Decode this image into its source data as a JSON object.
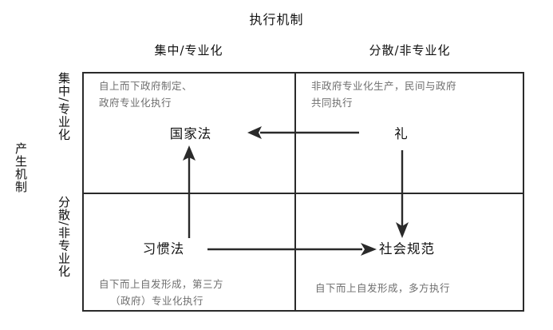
{
  "diagram": {
    "title": "执行机制",
    "y_axis_label": "产生机制",
    "columns": [
      {
        "id": "centralized",
        "label": "集中/专业化"
      },
      {
        "id": "decentralized",
        "label": "分散/非专业化"
      }
    ],
    "rows": [
      {
        "id": "centralized",
        "label": "集中/专业化"
      },
      {
        "id": "decentralized",
        "label": "分散/非专业化"
      }
    ],
    "cells": [
      {
        "id": "top-left",
        "name": "国家法",
        "description_line1": "自上而下政府制定、",
        "description_line2": "政府专业化执行"
      },
      {
        "id": "top-right",
        "name": "礼",
        "description_line1": "非政府专业化生产，民间与政府",
        "description_line2": "共同执行"
      },
      {
        "id": "bottom-left",
        "name": "习惯法",
        "description_line1": "自下而上自发形成，第三方",
        "description_line2": "（政府）专业化执行"
      },
      {
        "id": "bottom-right",
        "name": "社会规范",
        "description_line1": "自下而上自发形成，多方执行",
        "description_line2": ""
      }
    ],
    "arrows": [
      {
        "id": "li-to-guojiafa",
        "direction": "left",
        "from": "礼",
        "to": "国家法"
      },
      {
        "id": "xiguanfa-to-guojiafa",
        "direction": "up",
        "from": "习惯法",
        "to": "国家法"
      },
      {
        "id": "li-to-shehuiguifan",
        "direction": "down",
        "from": "礼",
        "to": "社会规范"
      },
      {
        "id": "xiguanfa-to-shehuiguifan",
        "direction": "right",
        "from": "习惯法",
        "to": "社会规范"
      }
    ],
    "colors": {
      "line": "#2a2a2a",
      "text": "#111111",
      "muted_text": "#6e6e6e",
      "background": "#ffffff"
    }
  }
}
